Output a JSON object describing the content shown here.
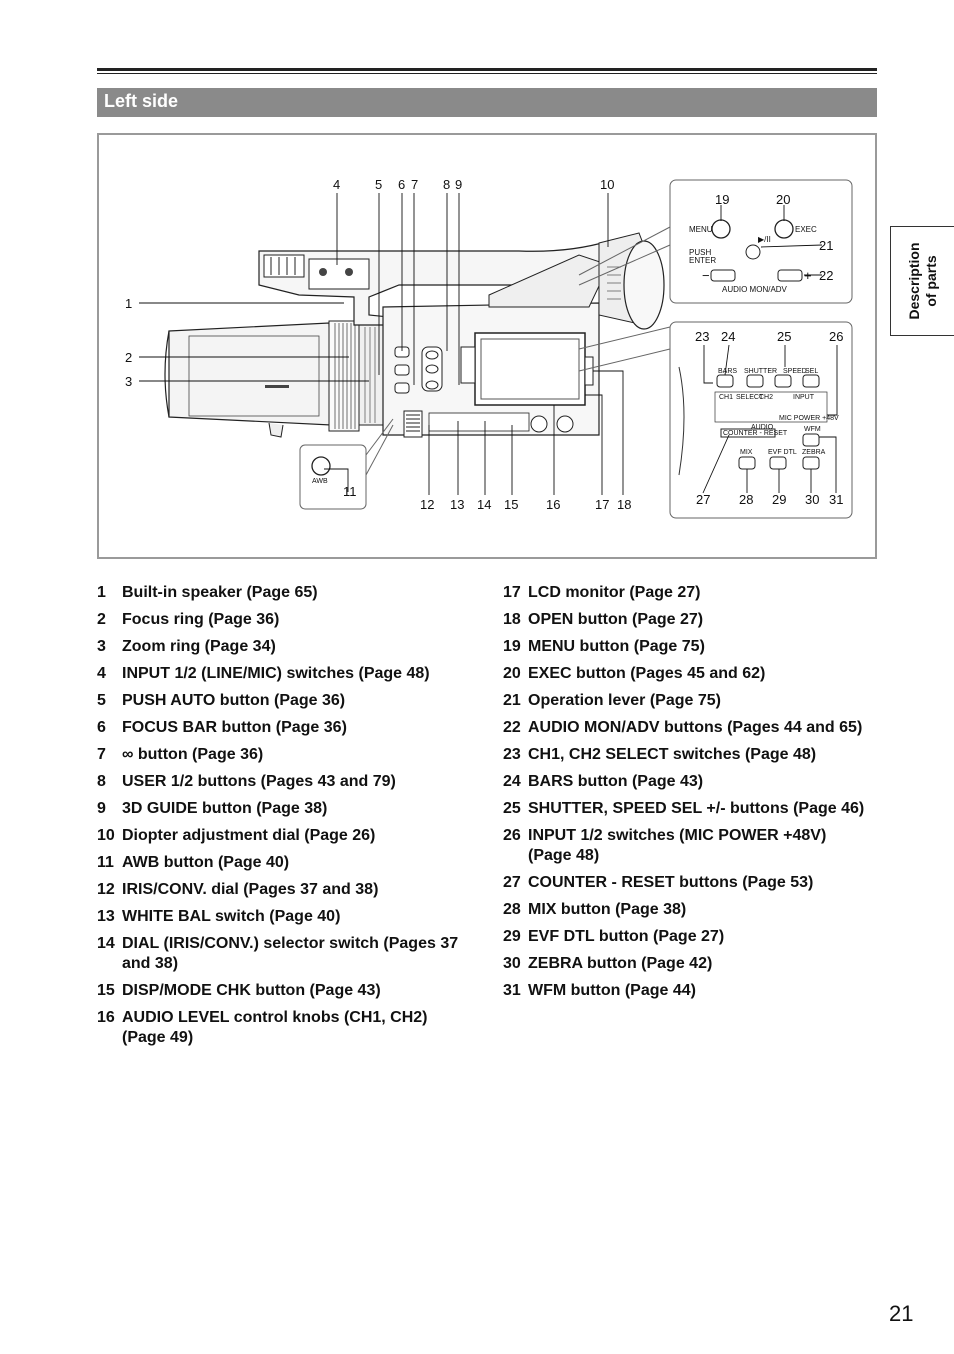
{
  "header": {
    "section_title": "Left side"
  },
  "side_tab": {
    "line1": "Description",
    "line2": "of parts"
  },
  "figure": {
    "callouts": [
      "1",
      "2",
      "3",
      "4",
      "5",
      "6",
      "7",
      "8",
      "9",
      "10",
      "11",
      "12",
      "13",
      "14",
      "15",
      "16",
      "17",
      "18",
      "19",
      "20",
      "21",
      "22",
      "23",
      "24",
      "25",
      "26",
      "27",
      "28",
      "29",
      "30",
      "31"
    ],
    "inset_top": {
      "menu": "MENU",
      "exec": "EXEC",
      "push": "PUSH",
      "enter": "ENTER",
      "minus": "−",
      "plus": "+",
      "audio_mon_adv": "AUDIO MON/ADV",
      "play": "▶/II"
    },
    "inset_bottom": {
      "bars": "BARS",
      "shutter": "SHUTTER",
      "speed": "SPEED",
      "sel": "SEL",
      "counter_reset": "COUNTER - RESET",
      "wfm": "WFM",
      "mix": "MIX",
      "evf_dtl": "EVF DTL",
      "zebra": "ZEBRA",
      "select": "SELECT",
      "ch1": "CH1",
      "ch2": "CH2",
      "input": "INPUT",
      "mic_power": "MIC POWER +48V",
      "audio": "AUDIO"
    },
    "awb_label": "AWB"
  },
  "items_left": [
    {
      "num": "1",
      "text": "Built-in speaker (Page 65)"
    },
    {
      "num": "2",
      "text": "Focus ring (Page 36)"
    },
    {
      "num": "3",
      "text": "Zoom ring (Page 34)"
    },
    {
      "num": "4",
      "text": "INPUT 1/2 (LINE/MIC) switches (Page 48)"
    },
    {
      "num": "5",
      "text": "PUSH AUTO button (Page 36)"
    },
    {
      "num": "6",
      "text": "FOCUS BAR button (Page 36)"
    },
    {
      "num": "7",
      "text": "∞ button (Page 36)"
    },
    {
      "num": "8",
      "text": "USER 1/2 buttons (Pages 43 and 79)"
    },
    {
      "num": "9",
      "text": "3D GUIDE button (Page 38)"
    },
    {
      "num": "10",
      "text": "Diopter adjustment dial (Page 26)"
    },
    {
      "num": "11",
      "text": "AWB button (Page 40)"
    },
    {
      "num": "12",
      "text": "IRIS/CONV. dial (Pages 37 and 38)"
    },
    {
      "num": "13",
      "text": "WHITE BAL switch (Page 40)"
    },
    {
      "num": "14",
      "text": "DIAL (IRIS/CONV.) selector switch (Pages 37 and 38)"
    },
    {
      "num": "15",
      "text": "DISP/MODE CHK button (Page 43)"
    },
    {
      "num": "16",
      "text": "AUDIO LEVEL control knobs (CH1, CH2) (Page 49)"
    }
  ],
  "items_right": [
    {
      "num": "17",
      "text": "LCD monitor (Page 27)"
    },
    {
      "num": "18",
      "text": "OPEN button (Page 27)"
    },
    {
      "num": "19",
      "text": "MENU button (Page 75)"
    },
    {
      "num": "20",
      "text": "EXEC button (Pages 45 and 62)"
    },
    {
      "num": "21",
      "text": "Operation lever (Page 75)"
    },
    {
      "num": "22",
      "text": "AUDIO MON/ADV buttons (Pages 44 and 65)"
    },
    {
      "num": "23",
      "text": "CH1, CH2 SELECT switches (Page 48)"
    },
    {
      "num": "24",
      "text": "BARS button (Page 43)"
    },
    {
      "num": "25",
      "text": "SHUTTER, SPEED SEL +/- buttons (Page 46)"
    },
    {
      "num": "26",
      "text": "INPUT 1/2 switches (MIC POWER +48V) (Page 48)"
    },
    {
      "num": "27",
      "text": "COUNTER - RESET buttons (Page 53)"
    },
    {
      "num": "28",
      "text": "MIX button (Page 38)"
    },
    {
      "num": "29",
      "text": "EVF DTL button (Page 27)"
    },
    {
      "num": "30",
      "text": "ZEBRA button (Page 42)"
    },
    {
      "num": "31",
      "text": "WFM button (Page 44)"
    }
  ],
  "page_number": "21"
}
